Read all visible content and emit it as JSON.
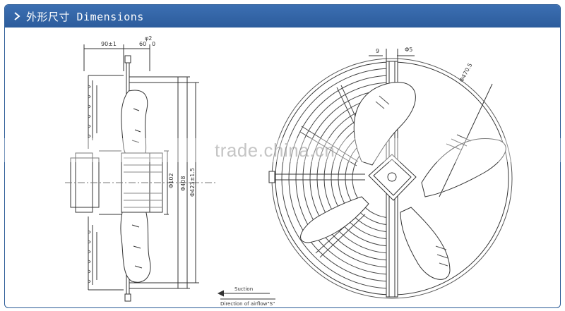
{
  "header": {
    "title": "外形尺寸 Dimensions",
    "chevron_icon": "chevron-right-icon"
  },
  "side_view": {
    "dim_top_left": "90±1",
    "dim_top_right": "60",
    "dim_top_small": "0",
    "dim_phi2": "φ2",
    "dim_d1": "Φ102",
    "dim_d2": "Φ408",
    "dim_d3": "Φ423±1.5"
  },
  "front_view": {
    "dim_9": "9",
    "dim_5": "Φ5",
    "dim_radius": "Φ470.5"
  },
  "airflow": {
    "suction_label": "Suction",
    "direction_label": "Direction of airflow\"S\""
  },
  "watermark": {
    "text": "trade.china.cn"
  },
  "colors": {
    "header_bg": "#2c5c9c",
    "header_text": "#ffffff",
    "line": "#333333"
  }
}
